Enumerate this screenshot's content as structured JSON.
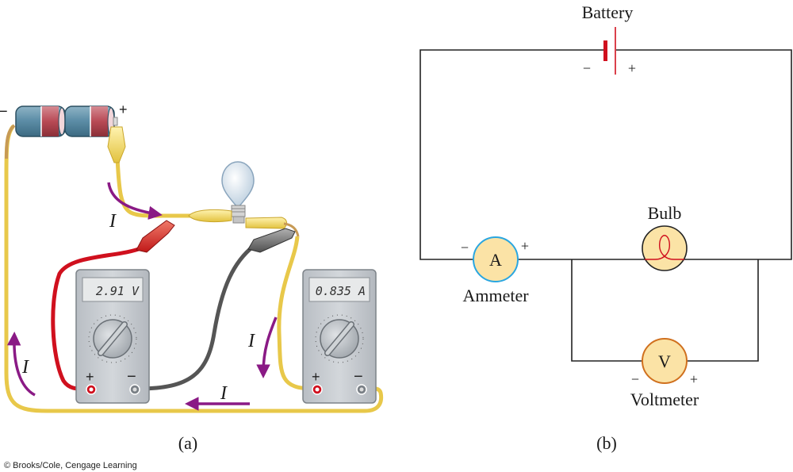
{
  "figure": {
    "panel_a": {
      "caption": "(a)",
      "battery": {
        "minus_label": "−",
        "plus_label": "+"
      },
      "voltmeter": {
        "display": "2.91 V",
        "plus_label": "+",
        "minus_label": "−"
      },
      "ammeter": {
        "display": "0.835 A",
        "plus_label": "+",
        "minus_label": "−"
      },
      "current_labels": [
        "I",
        "I",
        "I",
        "I"
      ],
      "colors": {
        "wire_yellow": "#e8c84a",
        "wire_red": "#d0101e",
        "wire_gray": "#555555",
        "arrow_purple": "#8a1a85",
        "battery_blue": "#5e8fa8",
        "battery_red": "#b84a55",
        "meter_gray": "#c8ccd0"
      }
    },
    "panel_b": {
      "caption": "(b)",
      "battery_label": "Battery",
      "battery_minus": "−",
      "battery_plus": "+",
      "bulb_label": "Bulb",
      "ammeter_label": "Ammeter",
      "ammeter_symbol": "A",
      "ammeter_minus": "−",
      "ammeter_plus": "+",
      "voltmeter_label": "Voltmeter",
      "voltmeter_symbol": "V",
      "voltmeter_minus": "−",
      "voltmeter_plus": "+",
      "colors": {
        "wire": "#222222",
        "battery": "#d0101e",
        "meter_fill": "#fbe3a6",
        "ammeter_stroke": "#2aa6e0",
        "voltmeter_stroke": "#d0701e",
        "bulb_filament": "#d0101e"
      }
    },
    "credit": "© Brooks/Cole, Cengage Learning"
  }
}
